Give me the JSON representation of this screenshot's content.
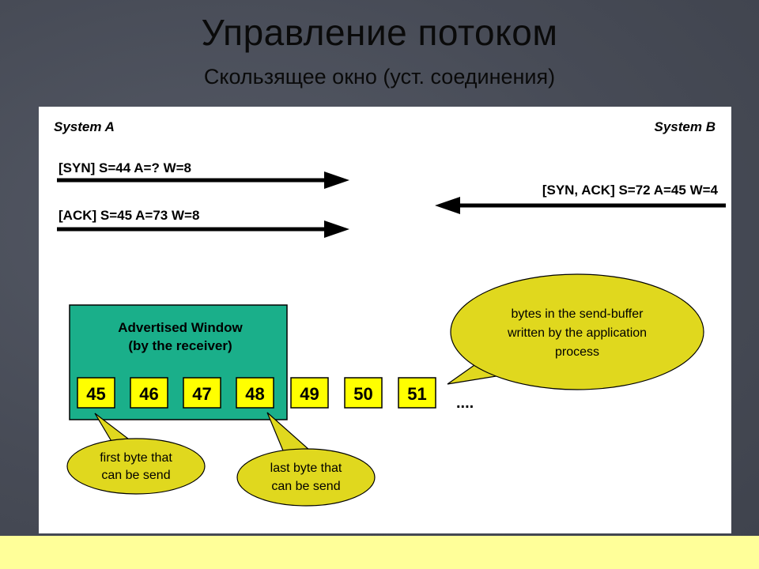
{
  "title": "Управление потоком",
  "subtitle": "Скользящее окно (уст. соединения)",
  "diagram": {
    "system_a": "System A",
    "system_b": "System B",
    "messages": [
      {
        "text": "[SYN]  S=44  A=?  W=8",
        "direction": "right"
      },
      {
        "text": "[SYN, ACK]  S=72  A=45  W=4",
        "direction": "left"
      },
      {
        "text": "[ACK]  S=45  A=73  W=8",
        "direction": "right"
      }
    ],
    "window_label_line1": "Advertised Window",
    "window_label_line2": "(by the receiver)",
    "bytes": [
      "45",
      "46",
      "47",
      "48",
      "49",
      "50",
      "51"
    ],
    "ellipsis": "....",
    "callouts": {
      "buffer_line1": "bytes in the send-buffer",
      "buffer_line2": "written by the application",
      "buffer_line3": "process",
      "first_line1": "first byte that",
      "first_line2": "can be send",
      "last_line1": "last byte that",
      "last_line2": "can be send"
    },
    "colors": {
      "window_fill": "#1aaf8a",
      "byte_fill": "#ffff00",
      "callout_fill": "#e0d81e",
      "arrow": "#000000"
    }
  }
}
